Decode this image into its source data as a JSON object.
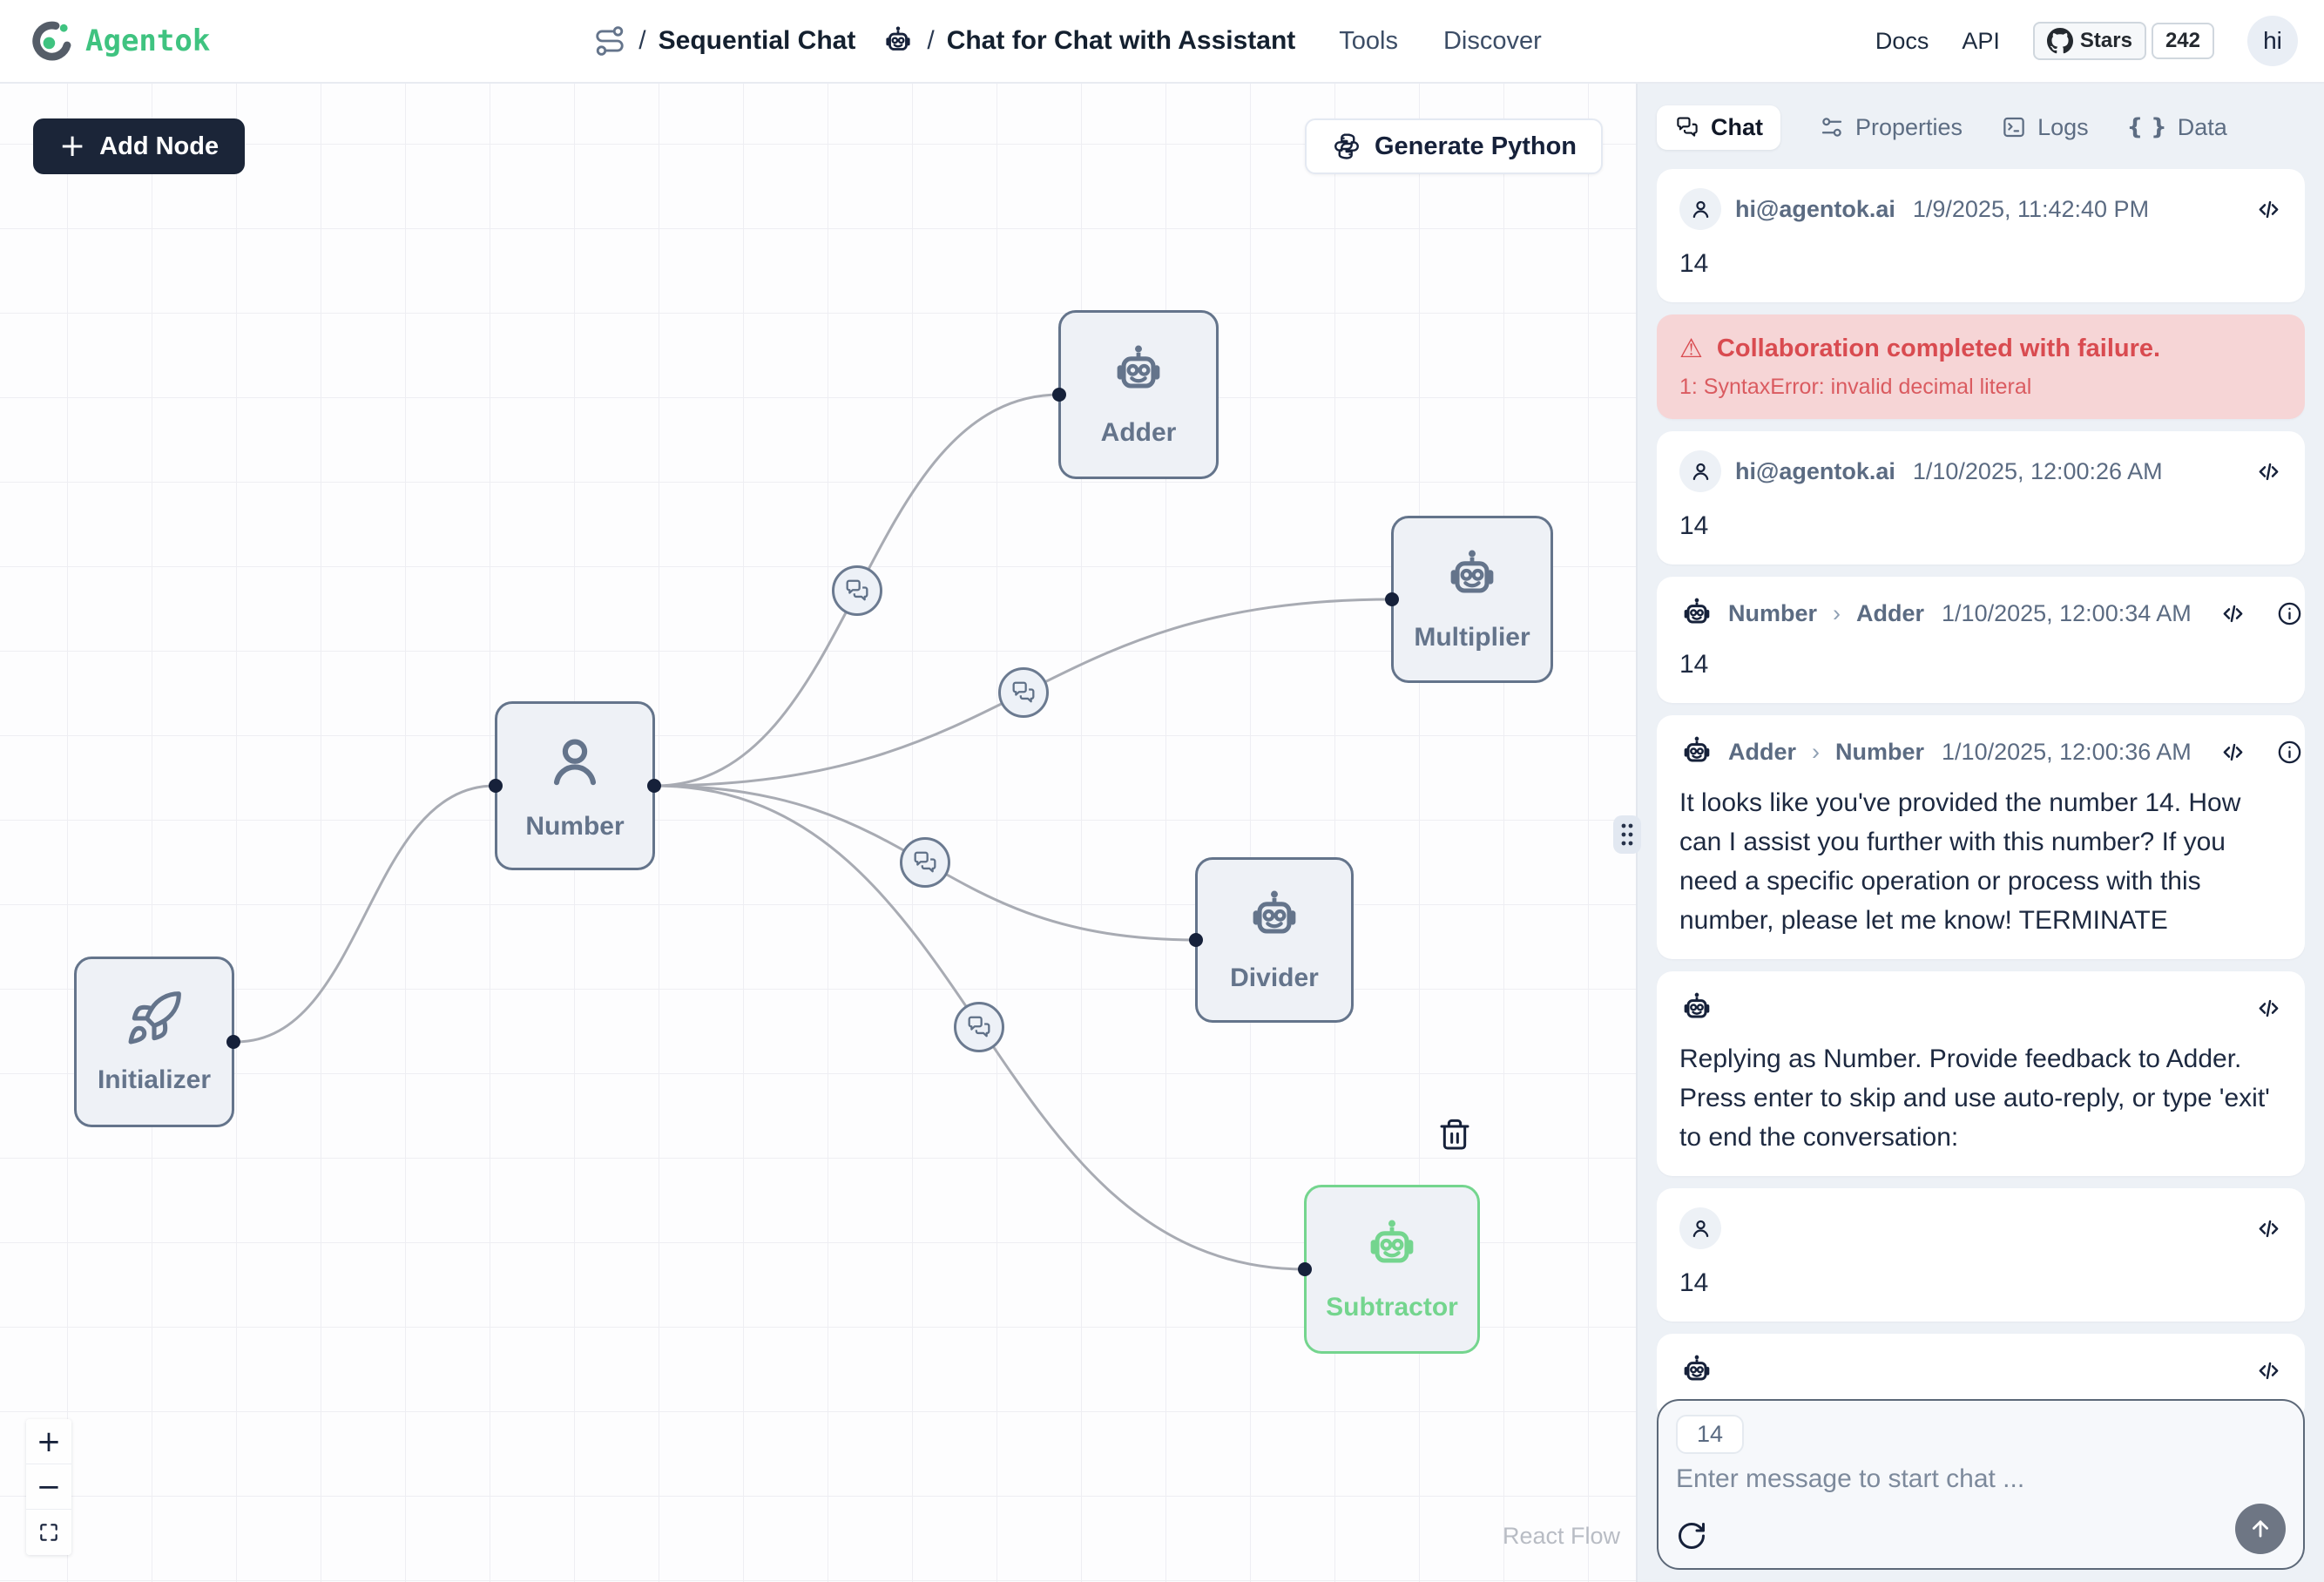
{
  "colors": {
    "brand_green": "#3fc380",
    "selected_node_green": "#74d58e",
    "navy": "#1b2538",
    "slate": "#64748b",
    "error_text": "#d94b50",
    "error_bg": "#f6d5d6",
    "edge_gray": "#a8abb3"
  },
  "icons": {
    "slash": "/",
    "chevron": "›",
    "warning": "⚠",
    "plus": "+",
    "minus": "−",
    "braces": "{ }"
  },
  "header": {
    "brand": "Agentok",
    "breadcrumb_flow": "Sequential Chat",
    "breadcrumb_chat": "Chat for Chat with Assistant",
    "nav_tools": "Tools",
    "nav_discover": "Discover",
    "docs": "Docs",
    "api": "API",
    "stars_label": "Stars",
    "stars_count": "242",
    "avatar": "hi"
  },
  "canvas": {
    "add_node": "Add Node",
    "generate_python": "Generate Python",
    "attribution": "React Flow",
    "nodes": [
      {
        "label": "Initializer"
      },
      {
        "label": "Number"
      },
      {
        "label": "Adder"
      },
      {
        "label": "Multiplier"
      },
      {
        "label": "Divider"
      },
      {
        "label": "Subtractor"
      }
    ]
  },
  "panel": {
    "tabs": [
      {
        "label": "Chat"
      },
      {
        "label": "Properties"
      },
      {
        "label": "Logs"
      },
      {
        "label": "Data"
      }
    ],
    "messages": [
      {
        "sender": "hi@agentok.ai",
        "time": "1/9/2025, 11:42:40 PM",
        "text": "14"
      },
      {
        "title": "Collaboration completed with failure.",
        "detail": "1: SyntaxError: invalid decimal literal"
      },
      {
        "sender": "hi@agentok.ai",
        "time": "1/10/2025, 12:00:26 AM",
        "text": "14"
      },
      {
        "from": "Number",
        "to": "Adder",
        "time": "1/10/2025, 12:00:34 AM",
        "text": "14"
      },
      {
        "from": "Adder",
        "to": "Number",
        "time": "1/10/2025, 12:00:36 AM",
        "text": "It looks like you've provided the number 14. How can I assist you further with this number? If you need a specific operation or process with this number, please let me know! TERMINATE"
      },
      {
        "text": "Replying as Number. Provide feedback to Adder. Press enter to skip and use auto-reply, or type 'exit' to end the conversation:"
      },
      {
        "text": "14"
      },
      {
        "text": ""
      }
    ],
    "input": {
      "chip": "14",
      "placeholder": "Enter message to start chat ..."
    }
  }
}
